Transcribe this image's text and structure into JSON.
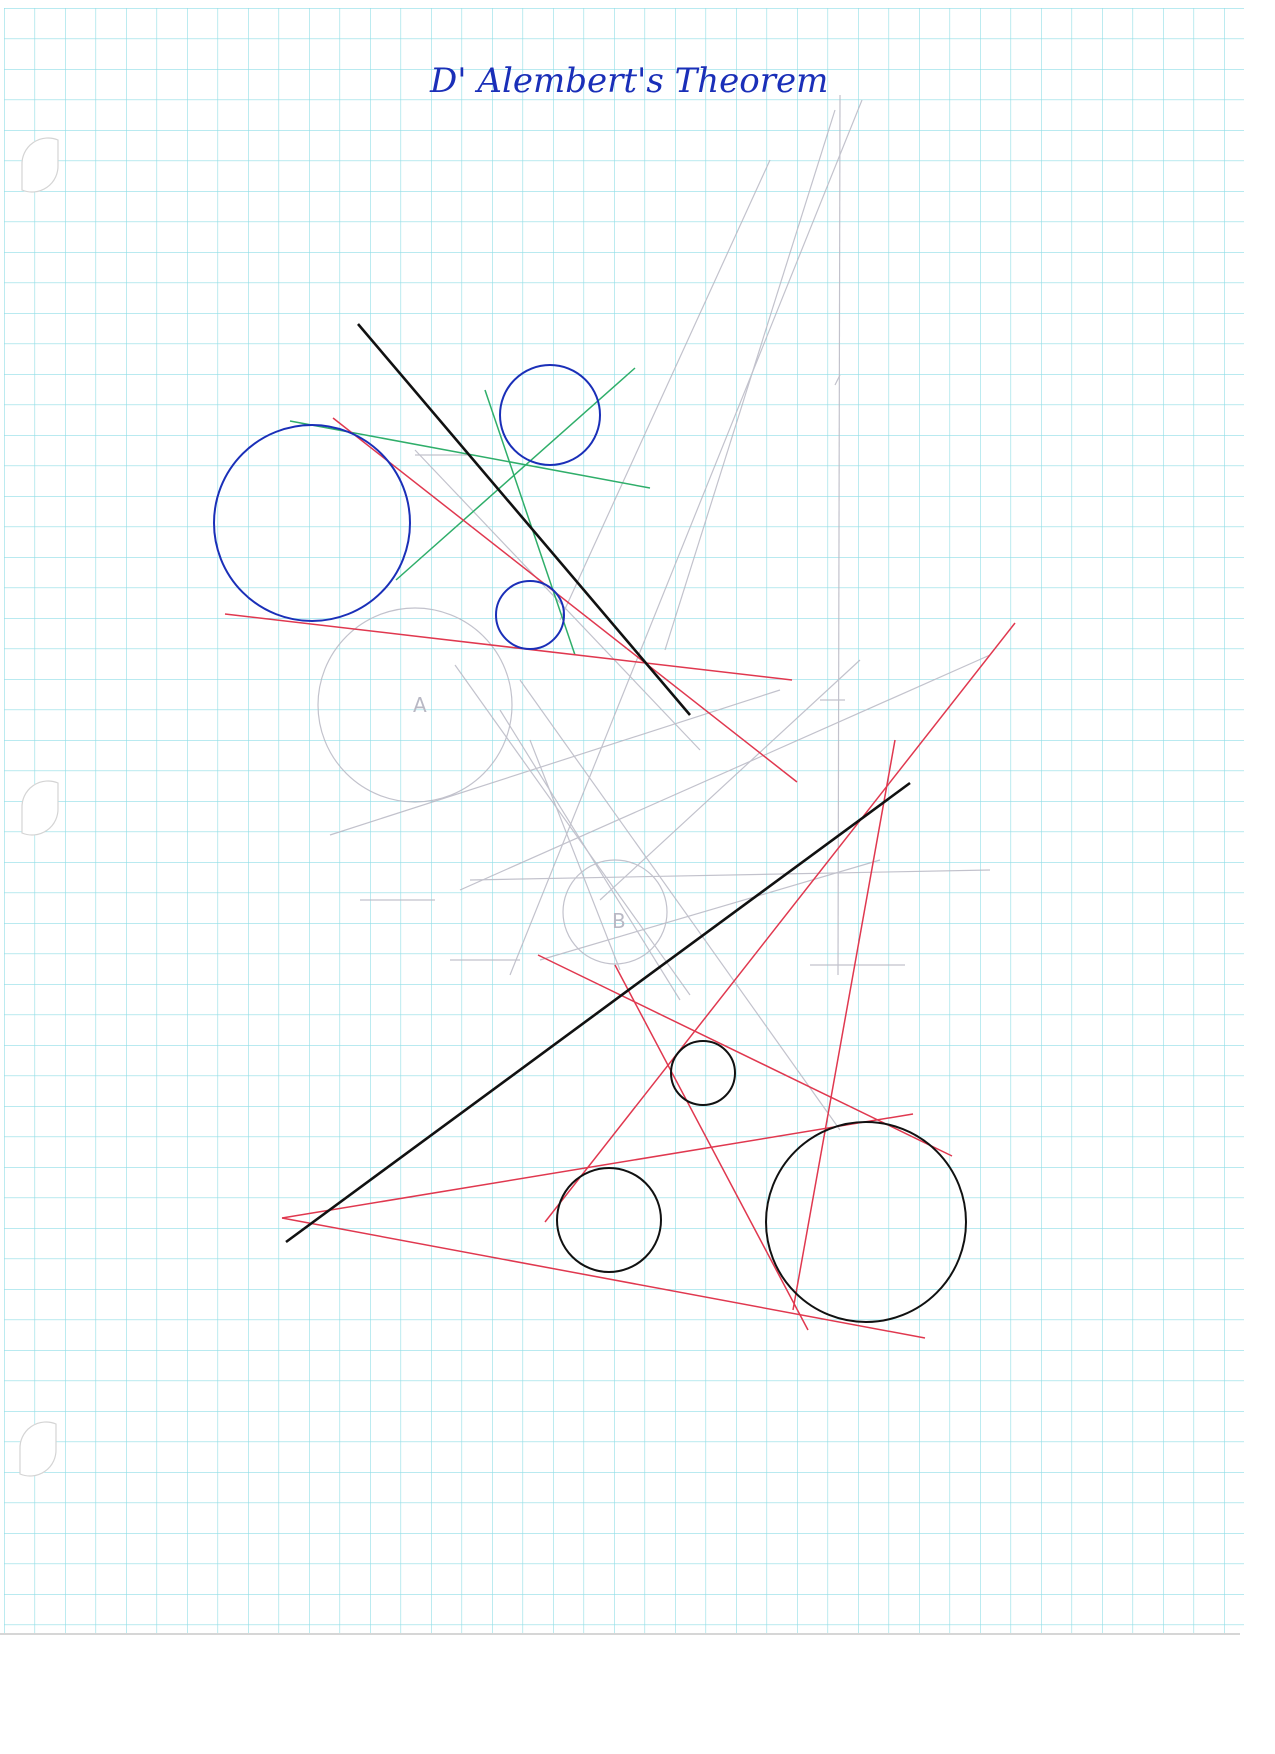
{
  "title": "D' Alembert's Theorem",
  "figure_labels": {
    "circle_a": "A",
    "circle_b": "B"
  },
  "colors": {
    "paper": "#ffffff",
    "grid": "#8fdde6",
    "ink_blue": "#1a2fb8",
    "ink_black": "#111111",
    "ink_red": "#e0384f",
    "ink_green": "#2fae6a",
    "pencil": "#b8b8c4"
  }
}
